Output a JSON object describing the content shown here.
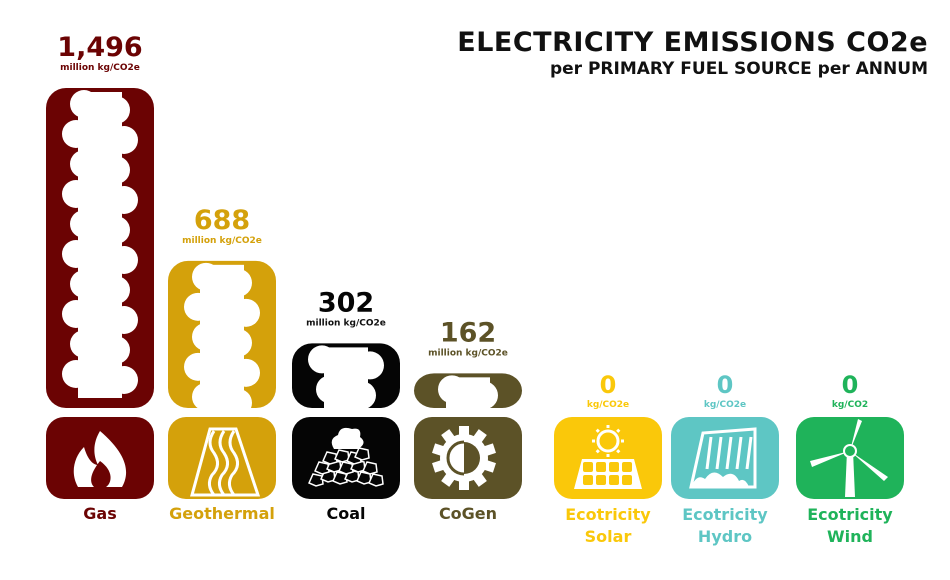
{
  "title": {
    "line1": "ELECTRICITY EMISSIONS CO2e",
    "line2": "per PRIMARY FUEL SOURCE per ANNUM"
  },
  "chart_data": {
    "type": "bar",
    "title": "ELECTRICITY EMISSIONS CO2e",
    "subtitle": "per PRIMARY FUEL SOURCE per ANNUM",
    "categories": [
      "Gas",
      "Geothermal",
      "Coal",
      "CoGen",
      "Ecotricity Solar",
      "Ecotricity Hydro",
      "Ecotricity Wind"
    ],
    "values": [
      1496,
      688,
      302,
      162,
      0,
      0,
      0
    ],
    "value_labels": [
      "1,496",
      "688",
      "302",
      "162",
      "0",
      "0",
      "0"
    ],
    "unit_labels": [
      "million kg/CO2e",
      "million kg/CO2e",
      "million kg/CO2e",
      "million kg/CO2e",
      "kg/CO2e",
      "kg/CO2e",
      "kg/CO2"
    ],
    "colors": [
      "#6b0303",
      "#d4a10b",
      "#050505",
      "#5c5227",
      "#fac80a",
      "#5ec6c4",
      "#1fb35a"
    ],
    "icons": [
      "flame-icon",
      "lava-waterfall-icon",
      "coal-pile-icon",
      "gear-half-sun-icon",
      "solar-panel-sun-icon",
      "dam-waterfall-icon",
      "wind-turbine-icon"
    ],
    "grid": false,
    "legend": "none"
  }
}
